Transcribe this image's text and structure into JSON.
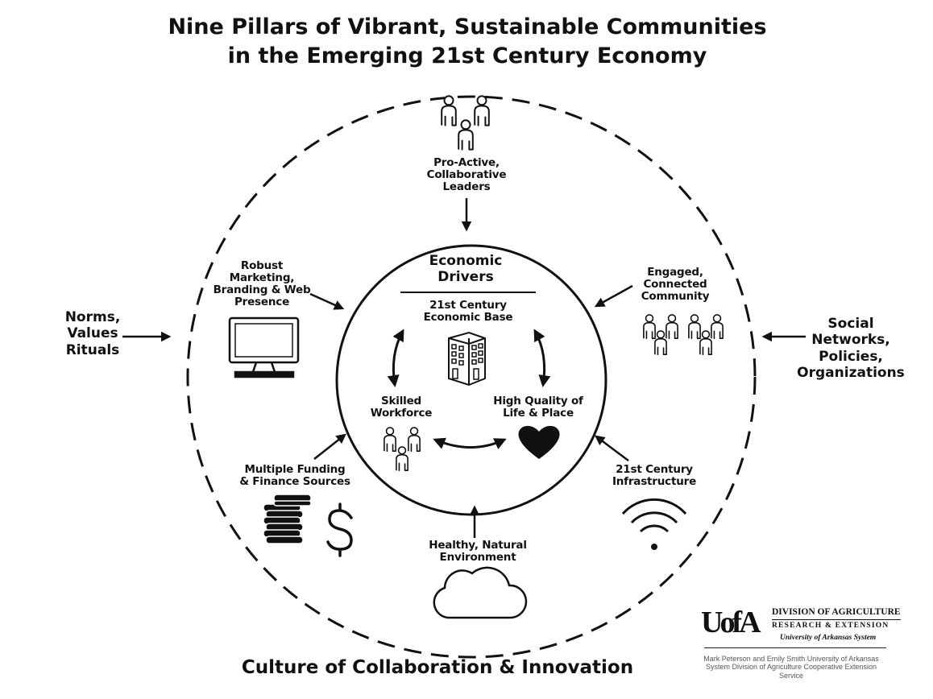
{
  "title": "Nine Pillars of Vibrant, Sustainable Communities\nin the Emerging 21st Century Economy",
  "center": {
    "heading": "Economic\nDrivers",
    "base": "21st Century\nEconomic Base",
    "workforce": "Skilled\nWorkforce",
    "quality": "High Quality of\nLife & Place"
  },
  "pillars": {
    "leaders": "Pro-Active,\nCollaborative\nLeaders",
    "marketing": "Robust\nMarketing,\nBranding & Web\nPresence",
    "community": "Engaged,\nConnected\nCommunity",
    "funding": "Multiple Funding\n& Finance Sources",
    "infrastructure": "21st Century\nInfrastructure",
    "environment": "Healthy, Natural\nEnvironment"
  },
  "outer": {
    "left": "Norms,\nValues\nRituals",
    "right": "Social\nNetworks,\nPolicies,\nOrganizations",
    "bottom": "Culture of Collaboration & Innovation"
  },
  "logo": {
    "mark": "UofA",
    "line1": "DIVISION OF AGRICULTURE",
    "line2": "RESEARCH & EXTENSION",
    "line3": "University of Arkansas System"
  },
  "credit": "Mark Peterson and Emily Smith University of Arkansas System Division of Agriculture Cooperative Extension Service",
  "icons": [
    "people-icon",
    "computer-monitor-icon",
    "building-icon",
    "heart-icon",
    "coins-icon",
    "dollar-icon",
    "wifi-icon",
    "cloud-icon"
  ]
}
